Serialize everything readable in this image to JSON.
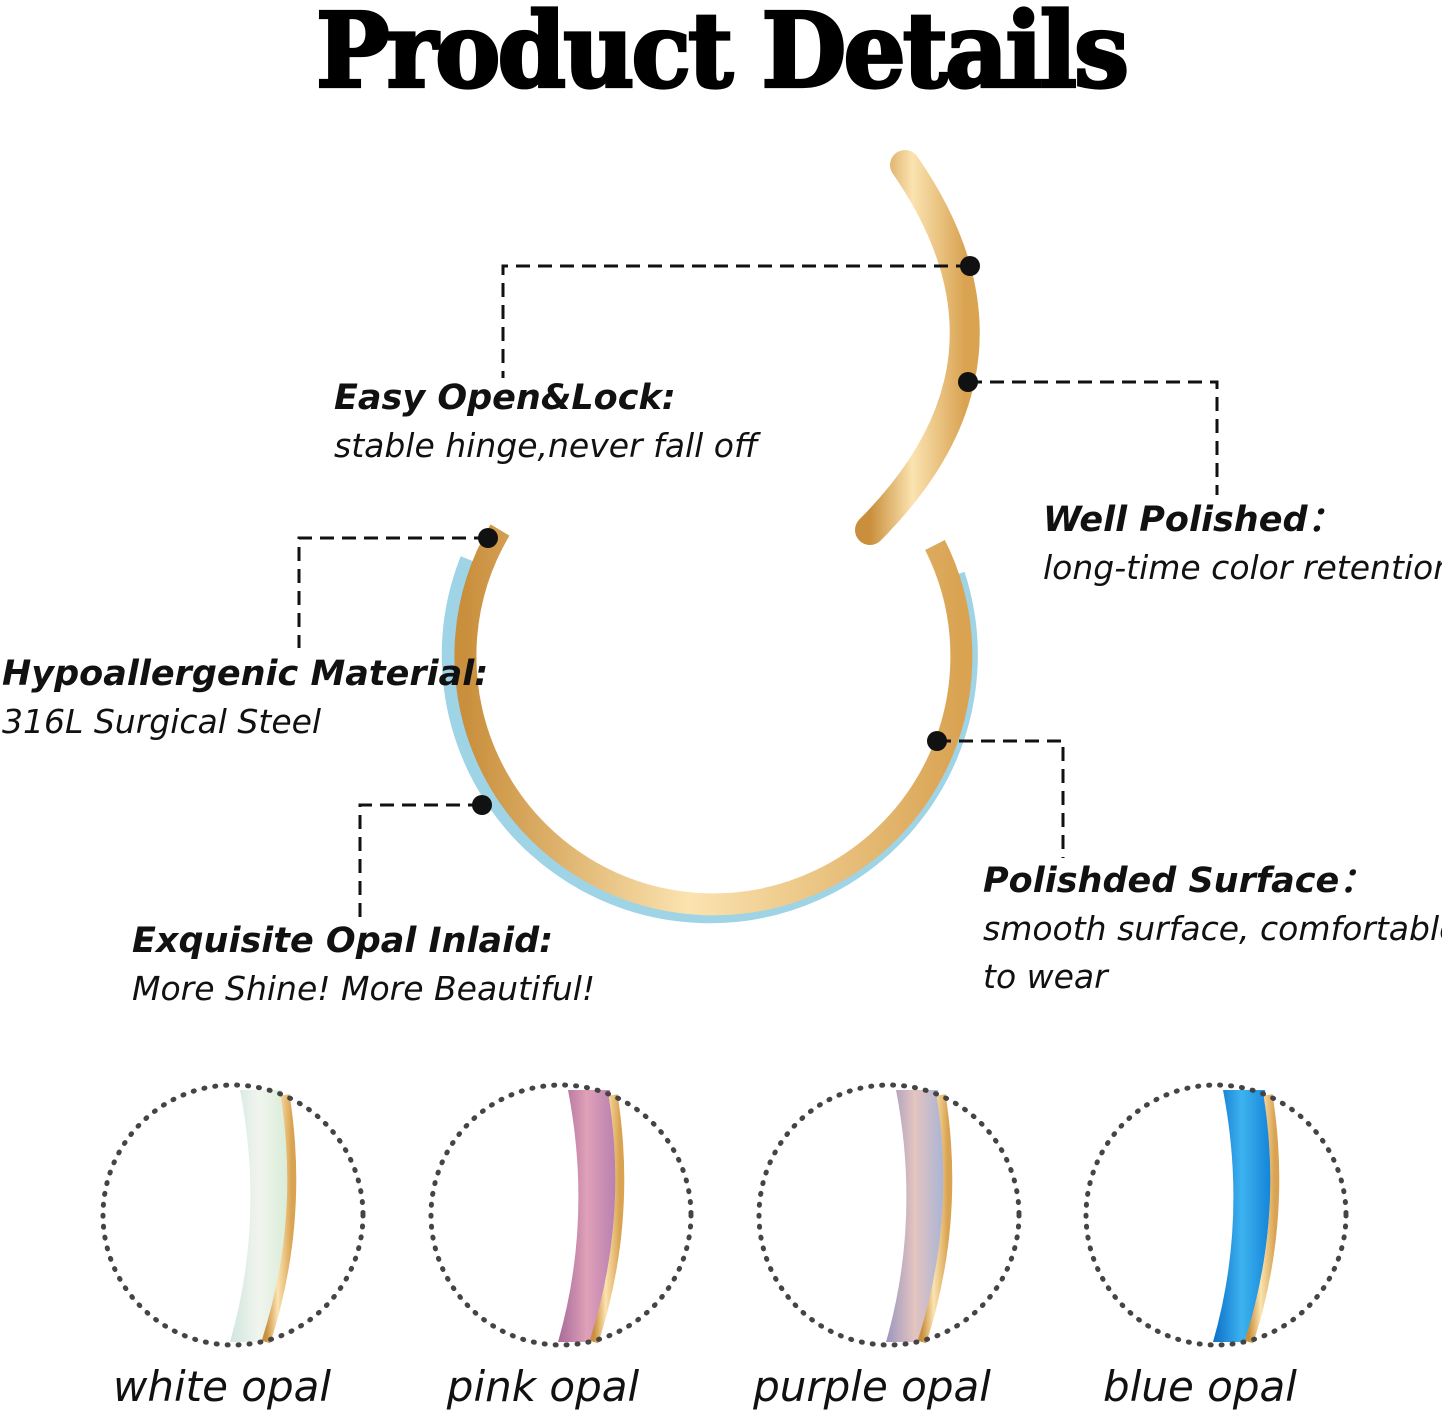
{
  "title": "Product Details",
  "callouts": {
    "open_lock": {
      "heading": "Easy Open&Lock:",
      "text": "stable hinge,never fall off"
    },
    "polished": {
      "heading": "Well Polished：",
      "text": "long-time color retention"
    },
    "material": {
      "heading": "Hypoallergenic Material:",
      "text": "316L Surgical Steel"
    },
    "opal": {
      "heading": "Exquisite Opal Inlaid:",
      "text": "More Shine! More Beautiful!"
    },
    "surface": {
      "heading": "Polishded Surface：",
      "text": "smooth surface, comfortable",
      "text2": "to wear"
    }
  },
  "variants": [
    {
      "label": "white opal",
      "color": "#dfeee6"
    },
    {
      "label": "pink opal",
      "color": "#c98fb2"
    },
    {
      "label": "purple opal",
      "color": "#b7a6c8"
    },
    {
      "label": "blue opal",
      "color": "#1f8fdc"
    }
  ],
  "colors": {
    "gold": "#e6b86a",
    "opal_ring": "#9fd3e6"
  }
}
